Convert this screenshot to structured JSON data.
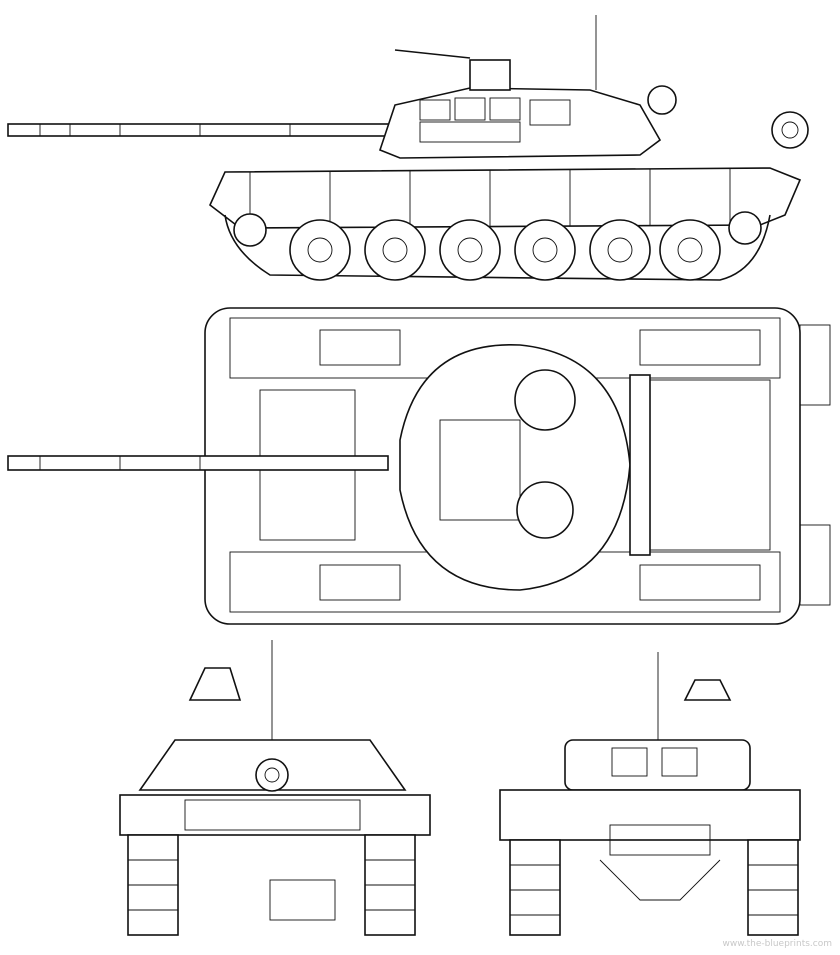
{
  "drawing": {
    "subject": "tank",
    "views": [
      "side",
      "top",
      "front",
      "rear"
    ],
    "line_color": "#111111",
    "background": "#ffffff"
  },
  "watermark": "www.the-blueprints.com"
}
